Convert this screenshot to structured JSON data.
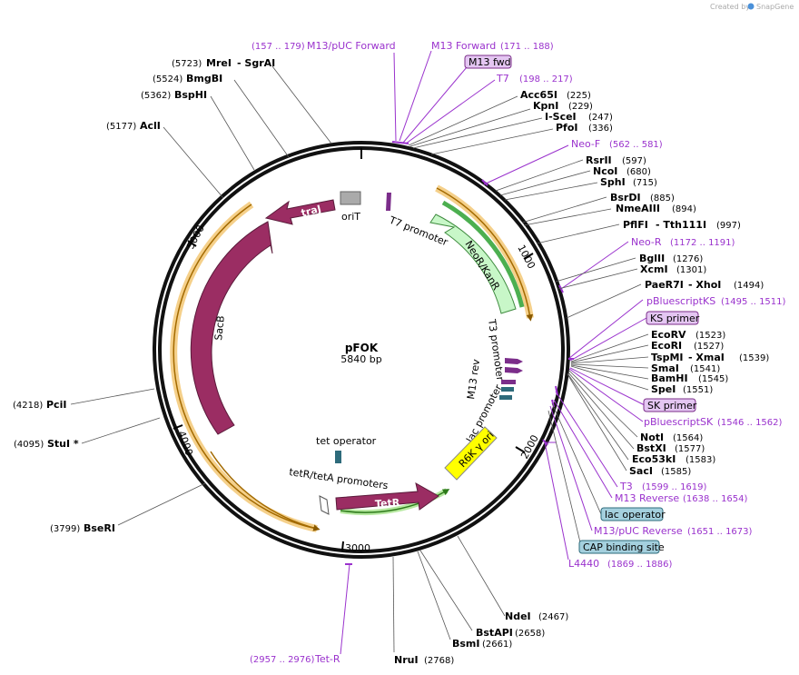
{
  "header": {
    "credit_prefix": "Created by",
    "credit_brand": "SnapGene"
  },
  "plasmid": {
    "name": "pFOK",
    "length": "5840 bp"
  },
  "ticks": [
    "1000",
    "2000",
    "3000",
    "4000",
    "5000"
  ],
  "features": {
    "traJ": "traJ",
    "oriT": "oriT",
    "t7promoter": "T7 promoter",
    "neo": "NeoR/KanR",
    "t3promoter": "T3 promoter",
    "m13rev": "M13 rev",
    "lacpromoter": "lac promoter",
    "r6k": "R6K γ ori",
    "teto": "tet operator",
    "tetrpromoters": "tetR/tetA promoters",
    "tetr": "TetR",
    "sacb": "SacB"
  },
  "enzymes": [
    {
      "name": "MreI",
      "pos": "(5723)",
      "extra": "-  SgrAI"
    },
    {
      "name": "BmgBI",
      "pos": "(5524)"
    },
    {
      "name": "BspHI",
      "pos": "(5362)"
    },
    {
      "name": "AclI",
      "pos": "(5177)"
    },
    {
      "name": "Acc65I",
      "pos": "(225)"
    },
    {
      "name": "KpnI",
      "pos": "(229)"
    },
    {
      "name": "I-SceI",
      "pos": "(247)"
    },
    {
      "name": "PfoI",
      "pos": "(336)"
    },
    {
      "name": "RsrII",
      "pos": "(597)"
    },
    {
      "name": "NcoI",
      "pos": "(680)"
    },
    {
      "name": "SphI",
      "pos": "(715)"
    },
    {
      "name": "BsrDI",
      "pos": "(885)"
    },
    {
      "name": "NmeAIII",
      "pos": "(894)"
    },
    {
      "name": "PflFI",
      "extra": "-  Tth111I",
      "pos": "(997)"
    },
    {
      "name": "BglII",
      "pos": "(1276)"
    },
    {
      "name": "XcmI",
      "pos": "(1301)"
    },
    {
      "name": "PaeR7I",
      "extra": "-  XhoI",
      "pos": "(1494)"
    },
    {
      "name": "EcoRV",
      "pos": "(1523)"
    },
    {
      "name": "EcoRI",
      "pos": "(1527)"
    },
    {
      "name": "TspMI",
      "extra": "-  XmaI",
      "pos": "(1539)"
    },
    {
      "name": "SmaI",
      "pos": "(1541)"
    },
    {
      "name": "BamHI",
      "pos": "(1545)"
    },
    {
      "name": "SpeI",
      "pos": "(1551)"
    },
    {
      "name": "NotI",
      "pos": "(1564)"
    },
    {
      "name": "BstXI",
      "pos": "(1577)"
    },
    {
      "name": "Eco53kI",
      "pos": "(1583)"
    },
    {
      "name": "SacI",
      "pos": "(1585)"
    },
    {
      "name": "NdeI",
      "pos": "(2467)"
    },
    {
      "name": "BstAPI",
      "pos": "(2658)"
    },
    {
      "name": "BsmI",
      "pos": "(2661)"
    },
    {
      "name": "NruI",
      "pos": "(2768)"
    },
    {
      "name": "BseRI",
      "pos": "(3799)"
    },
    {
      "name": "StuI *",
      "pos": "(4095)"
    },
    {
      "name": "PciI",
      "pos": "(4218)"
    }
  ],
  "primers": [
    {
      "name": "M13/pUC Forward",
      "range": "(157 .. 179)"
    },
    {
      "name": "M13 Forward",
      "range": "(171 .. 188)"
    },
    {
      "name": "T7",
      "range": "(198 .. 217)"
    },
    {
      "name": "Neo-F",
      "range": "(562 .. 581)"
    },
    {
      "name": "Neo-R",
      "range": "(1172 .. 1191)"
    },
    {
      "name": "pBluescriptKS",
      "range": "(1495 .. 1511)"
    },
    {
      "name": "pBluescriptSK",
      "range": "(1546 .. 1562)"
    },
    {
      "name": "T3",
      "range": "(1599 .. 1619)"
    },
    {
      "name": "M13 Reverse",
      "range": "(1638 .. 1654)"
    },
    {
      "name": "M13/pUC Reverse",
      "range": "(1651 .. 1673)"
    },
    {
      "name": "L4440",
      "range": "(1869 .. 1886)"
    },
    {
      "name": "Tet-R",
      "range": "(2957 .. 2976)"
    }
  ],
  "boxes": {
    "m13fwd": "M13 fwd",
    "ksprimer": "KS primer",
    "skprimer": "SK primer",
    "lacoperator": "lac operator",
    "capsite": "CAP binding site"
  },
  "colors": {
    "backbone": "#111111",
    "feature_maroon": "#9b2d63",
    "neo_green": "#c8f7c8",
    "ori_yellow": "#ffff00",
    "primer_purple": "#9a32cd",
    "orf_orange": "#f5b041"
  }
}
